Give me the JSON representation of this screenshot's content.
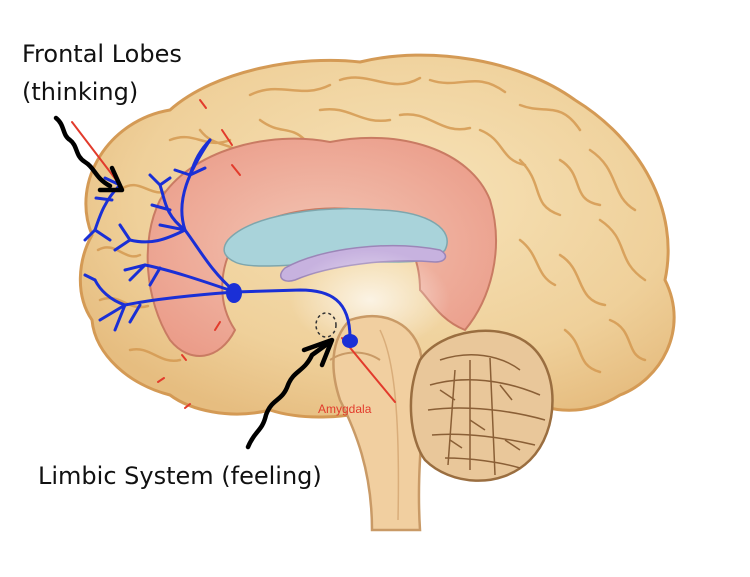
{
  "labels": {
    "frontal_line1": "Frontal Lobes",
    "frontal_line2": "(thinking)",
    "limbic": "Limbic System (feeling)",
    "amygdala": "Amygdala"
  },
  "colors": {
    "cortex": "#f1d49c",
    "cortex_shade": "#e3b877",
    "gyrus_line": "#d59a52",
    "limbic_pink": "#eea391",
    "ventricle_blue": "#a9d3da",
    "fornix_purple": "#c7b2df",
    "pathway_blue": "#1a2fd6",
    "arrow_black": "#000000",
    "annotation_red": "#e23b2c",
    "cerebellum": "#e9c79a"
  }
}
